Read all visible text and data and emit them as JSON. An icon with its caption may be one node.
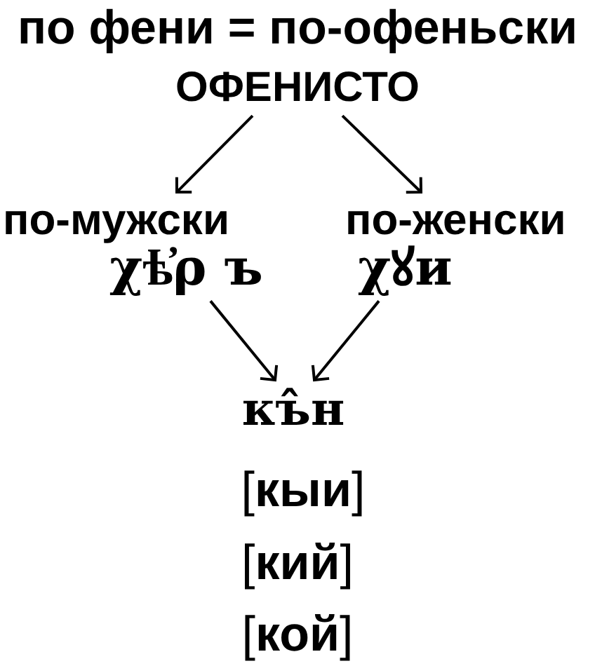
{
  "diagram": {
    "title": "по фени = по-офеньски",
    "nodes": [
      {
        "text": [
          "ОФЕНИСТО"
        ]
      },
      {
        "text": [
          "по-мужски",
          "χѣ҆ρ ъ"
        ]
      },
      {
        "text": [
          "по-женски",
          "χꙋи"
        ]
      },
      {
        "text": [
          "къ̂н"
        ]
      }
    ],
    "edges": [
      {
        "from": 0,
        "to": 1,
        "arrow": "to"
      },
      {
        "from": 0,
        "to": 2,
        "arrow": "to"
      },
      {
        "from": 1,
        "to": 3,
        "arrow": "to"
      },
      {
        "from": 2,
        "to": 3,
        "arrow": "to"
      }
    ],
    "labels": [
      "[**кыи**]",
      "[**кий**]",
      "[**кой**]"
    ]
  }
}
